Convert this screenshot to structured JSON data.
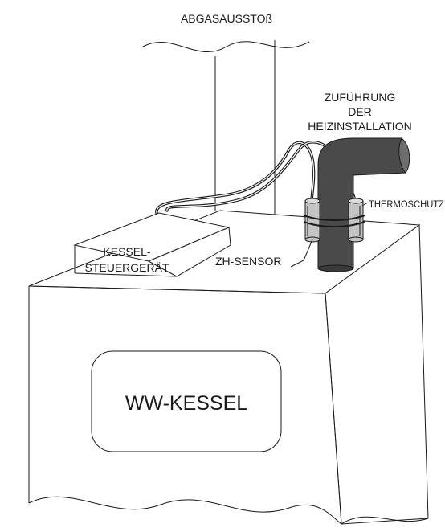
{
  "labels": {
    "exhaust": "ABGASAUSSTOß",
    "supply_line1": "ZUFÜHRUNG",
    "supply_line2": "DER",
    "supply_line3": "HEIZINSTALLATION",
    "thermo": "THERMOSCHUTZ",
    "sensor": "ZH-SENSOR",
    "controller_line1": "KESSEL-",
    "controller_line2": "STEUERGERÄT",
    "boiler": "WW-KESSEL"
  },
  "colors": {
    "line": "#1a1a1a",
    "pipe": "#4a4a4a",
    "pipe_top": "#6e6e6e",
    "sensor_body": "#c4c4c4"
  }
}
